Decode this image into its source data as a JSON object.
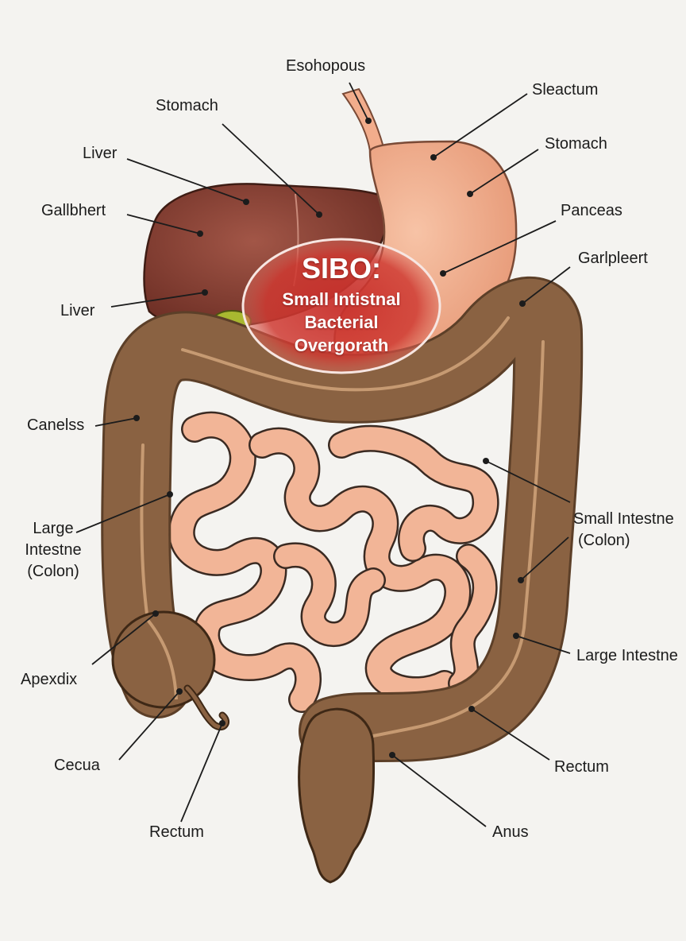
{
  "callout": {
    "title": "SIBO:",
    "line1": "Small Intistnal",
    "line2": "Bacterial",
    "line3": "Overgorath"
  },
  "labels": {
    "esophagus": "Esohopous",
    "sleactum": "Sleactum",
    "stomach_left": "Stomach",
    "stomach_right": "Stomach",
    "liver_top": "Liver",
    "gallbladder": "Gallbhert",
    "panceas": "Panceas",
    "garlpleert": "Garlpleert",
    "liver_bottom": "Liver",
    "canelss": "Canelss",
    "large_intestine_left": [
      "Large",
      "Intestne",
      "(Colon)"
    ],
    "small_intestine_right": [
      "Small Intestne",
      "(Colon)"
    ],
    "apexdix": "Apexdix",
    "large_intestine_right": "Large Intestne",
    "cecua": "Cecua",
    "rectum_right": "Rectum",
    "rectum_left": "Rectum",
    "anus": "Anus"
  },
  "colors": {
    "colon": "#8a6242",
    "colon_dark": "#5c3f28",
    "small_intestine": "#f2b597",
    "small_intestine_edge": "#3a2a22",
    "liver": "#8e4437",
    "stomach": "#f3b090",
    "gallbladder": "#a8b830",
    "callout_red": "#c8302c",
    "background": "#f4f3f0"
  }
}
